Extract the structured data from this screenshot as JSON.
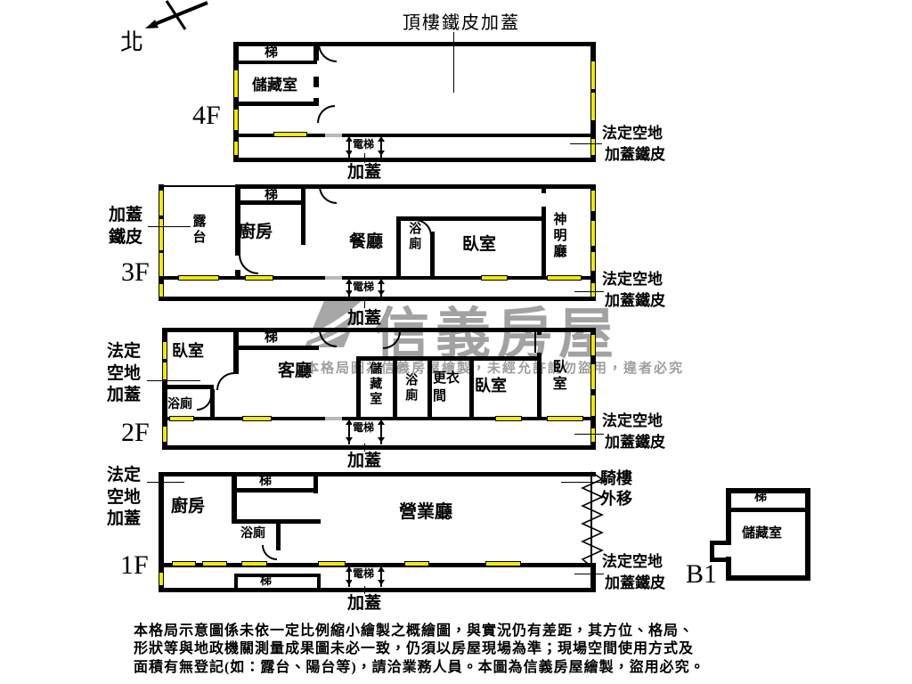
{
  "compass": {
    "north": "北"
  },
  "watermark": {
    "brand": "信義房屋",
    "notice": "本格局圖為信義房屋繪製，未經允許請勿盜用，違者必究",
    "logo": "sinyi-logo"
  },
  "colors": {
    "wall": "#000000",
    "window": "#f2e713",
    "watermark": "#a2a2a2"
  },
  "floor4": {
    "name": "4F",
    "top_note": "頂樓鐵皮加蓋",
    "stairs": "梯",
    "storage": "儲藏室",
    "elevator": "電梯",
    "right_note_1": "法定空地",
    "right_note_2": "加蓋鐵皮",
    "bottom_note": "加蓋"
  },
  "floor3": {
    "name": "3F",
    "left_note": "加蓋鐵皮",
    "terrace": "露台",
    "kitchen": "廚房",
    "stairs": "梯",
    "dining": "餐廳",
    "bath": "浴廁",
    "bedroom": "臥室",
    "shrine": "神明廳",
    "elevator": "電梯",
    "right_note_1": "法定空地",
    "right_note_2": "加蓋鐵皮",
    "bottom_note": "加蓋"
  },
  "floor2": {
    "name": "2F",
    "left_note": "法定空地加蓋",
    "bedroom_a": "臥室",
    "stairs": "梯",
    "living": "客廳",
    "bath_a": "浴廁",
    "storage": "儲藏室",
    "bath_b": "浴廁",
    "dressing": "更衣間",
    "bedroom_b": "臥室",
    "bedroom_c": "臥室",
    "elevator": "電梯",
    "right_note_1": "法定空地",
    "right_note_2": "加蓋鐵皮",
    "bottom_note": "加蓋"
  },
  "floor1": {
    "name": "1F",
    "left_note": "法定空地加蓋",
    "kitchen": "廚房",
    "stairs_top": "梯",
    "bath": "浴廁",
    "hall": "營業廳",
    "stairs_bottom": "梯",
    "elevator": "電梯",
    "arcade_note": "騎樓外移",
    "right_note_1": "法定空地",
    "right_note_2": "加蓋鐵皮",
    "bottom_note": "加蓋"
  },
  "floorB1": {
    "name": "B1",
    "stairs": "梯",
    "storage": "儲藏室"
  },
  "disclaimer": {
    "line1": "本格局示意圖係未依一定比例縮小繪製之概繪圖，與實況仍有差距，其方位、格局、",
    "line2": "形狀等與地政機關測量成果圖未必一致，仍須以房屋現場為準；現場空間使用方式及",
    "line3": "面積有無登記(如：露台、陽台等)，請洽業務人員。本圖為信義房屋繪製，盜用必究。"
  }
}
